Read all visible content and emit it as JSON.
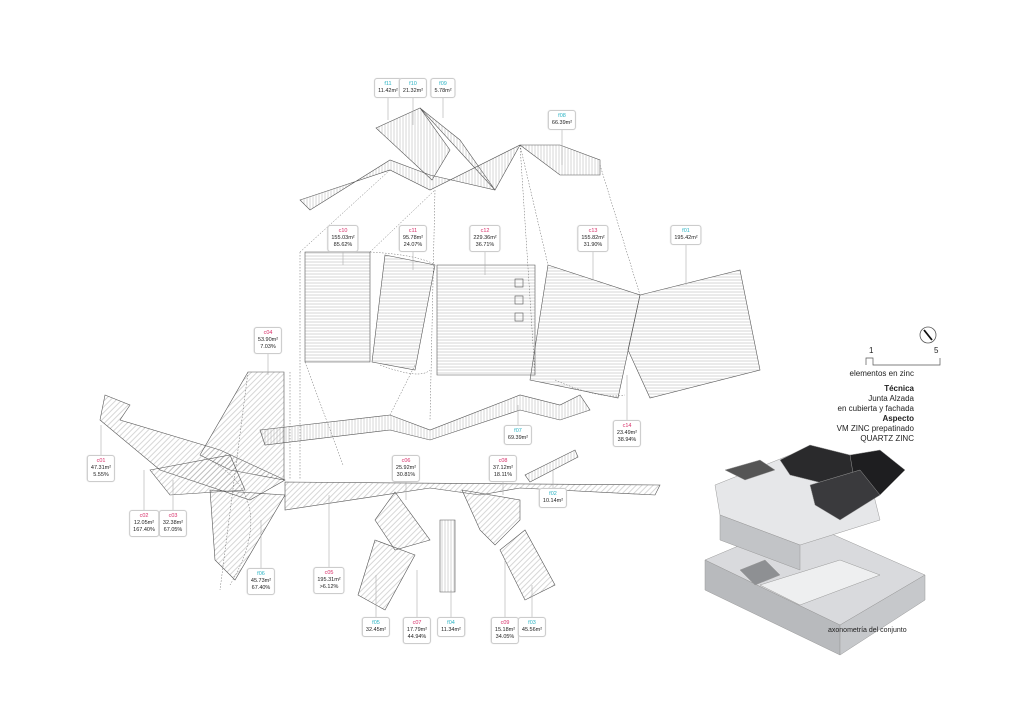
{
  "labels": [
    {
      "id": "f11",
      "area": "11.42m²",
      "kind": "f"
    },
    {
      "id": "f10",
      "area": "21.32m²",
      "kind": "f"
    },
    {
      "id": "f09",
      "area": "5.78m²",
      "kind": "f"
    },
    {
      "id": "f08",
      "area": "66.39m²",
      "kind": "f"
    },
    {
      "id": "c10",
      "area": "155.03m²",
      "pct": "85.62%",
      "kind": "c"
    },
    {
      "id": "c11",
      "area": "95.78m²",
      "pct": "24.07%",
      "kind": "c"
    },
    {
      "id": "c12",
      "area": "229.36m²",
      "pct": "36.71%",
      "kind": "c"
    },
    {
      "id": "c13",
      "area": "155.82m²",
      "pct": "31.90%",
      "kind": "c"
    },
    {
      "id": "f01",
      "area": "195.42m²",
      "kind": "f"
    },
    {
      "id": "c04",
      "area": "53.90m²",
      "pct": "7.03%",
      "kind": "c"
    },
    {
      "id": "c01",
      "area": "47.31m²",
      "pct": "5.55%",
      "kind": "c"
    },
    {
      "id": "c02",
      "area": "12.05m²",
      "pct": "167.40%",
      "kind": "c"
    },
    {
      "id": "c03",
      "area": "32.38m²",
      "pct": "67.05%",
      "kind": "c"
    },
    {
      "id": "f06",
      "area": "45.73m²",
      "pct": "67.40%",
      "kind": "f"
    },
    {
      "id": "f07",
      "area": "69.39m²",
      "kind": "f"
    },
    {
      "id": "c14",
      "area": "23.49m²",
      "pct": "38.94%",
      "kind": "c"
    },
    {
      "id": "c05",
      "area": "195.31m²",
      "pct": ">6.12%",
      "kind": "c"
    },
    {
      "id": "c06",
      "area": "25.92m²",
      "pct": "30.81%",
      "kind": "c"
    },
    {
      "id": "c08",
      "area": "37.12m²",
      "pct": "18.11%",
      "kind": "c"
    },
    {
      "id": "f02",
      "area": "10.14m²",
      "kind": "f"
    },
    {
      "id": "f05",
      "area": "32.45m²",
      "kind": "f"
    },
    {
      "id": "c07",
      "area": "17.79m²",
      "pct": "44.94%",
      "kind": "c"
    },
    {
      "id": "f04",
      "area": "11.34m²",
      "kind": "f"
    },
    {
      "id": "c09",
      "area": "15.18m²",
      "pct": "34.05%",
      "kind": "c"
    },
    {
      "id": "f03",
      "area": "45.56m²",
      "kind": "f"
    }
  ],
  "legend": {
    "scale_1": "1",
    "scale_5": "5",
    "subtitle": "elementos en zinc",
    "tecnica_title": "Técnica",
    "tecnica_1": "Junta Alzada",
    "tecnica_2": "en cubierta y fachada",
    "aspecto_title": "Aspecto",
    "aspecto_1": "VM ZINC prepatinado",
    "aspecto_2": "QUARTZ ZINC"
  },
  "caption": "axonometría del conjunto",
  "colors": {
    "cubierta": "#d8306a",
    "fachada": "#2bb3c4"
  }
}
